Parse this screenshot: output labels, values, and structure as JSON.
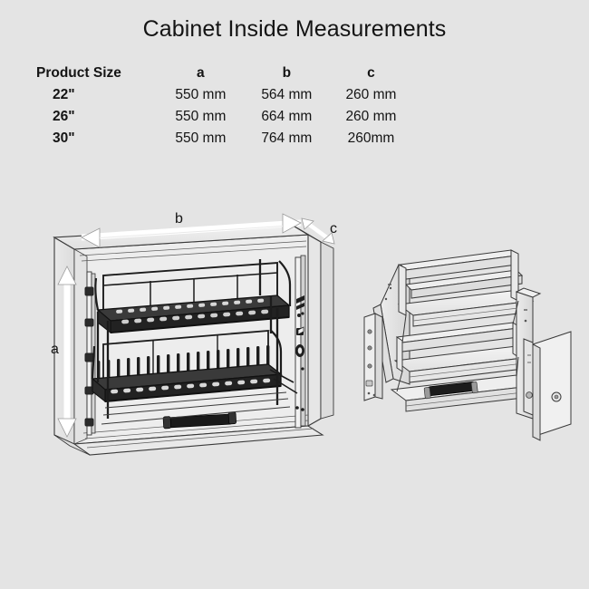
{
  "page": {
    "title": "Cabinet Inside Measurements",
    "background_color": "#e4e4e4",
    "text_color": "#141414"
  },
  "table": {
    "headers": {
      "size": "Product Size",
      "a": "a",
      "b": "b",
      "c": "c"
    },
    "rows": [
      {
        "size": "22\"",
        "a": "550 mm",
        "b": "564 mm",
        "c": "260 mm"
      },
      {
        "size": "26\"",
        "a": "550 mm",
        "b": "664 mm",
        "c": "260 mm"
      },
      {
        "size": "30\"",
        "a": "550 mm",
        "b": "764 mm",
        "c": "260mm"
      }
    ]
  },
  "diagram": {
    "dimension_labels": {
      "a": "a",
      "b": "b",
      "c": "c"
    },
    "left_illustration": "cabinet-with-pull-out-dish-rack",
    "right_illustration": "pull-out-dish-rack-unit"
  },
  "chart_data": {
    "type": "table",
    "title": "Cabinet Inside Measurements",
    "columns": [
      "Product Size",
      "a",
      "b",
      "c"
    ],
    "rows": [
      [
        "22\"",
        "550 mm",
        "564 mm",
        "260 mm"
      ],
      [
        "26\"",
        "550 mm",
        "664 mm",
        "260 mm"
      ],
      [
        "30\"",
        "550 mm",
        "764 mm",
        "260mm"
      ]
    ],
    "units": "mm",
    "dimension_keys": {
      "a": "height",
      "b": "width",
      "c": "depth"
    },
    "values": {
      "a": [
        550,
        550,
        550
      ],
      "b": [
        564,
        664,
        764
      ],
      "c": [
        260,
        260,
        260
      ]
    },
    "categories": [
      "22\"",
      "26\"",
      "30\""
    ]
  }
}
